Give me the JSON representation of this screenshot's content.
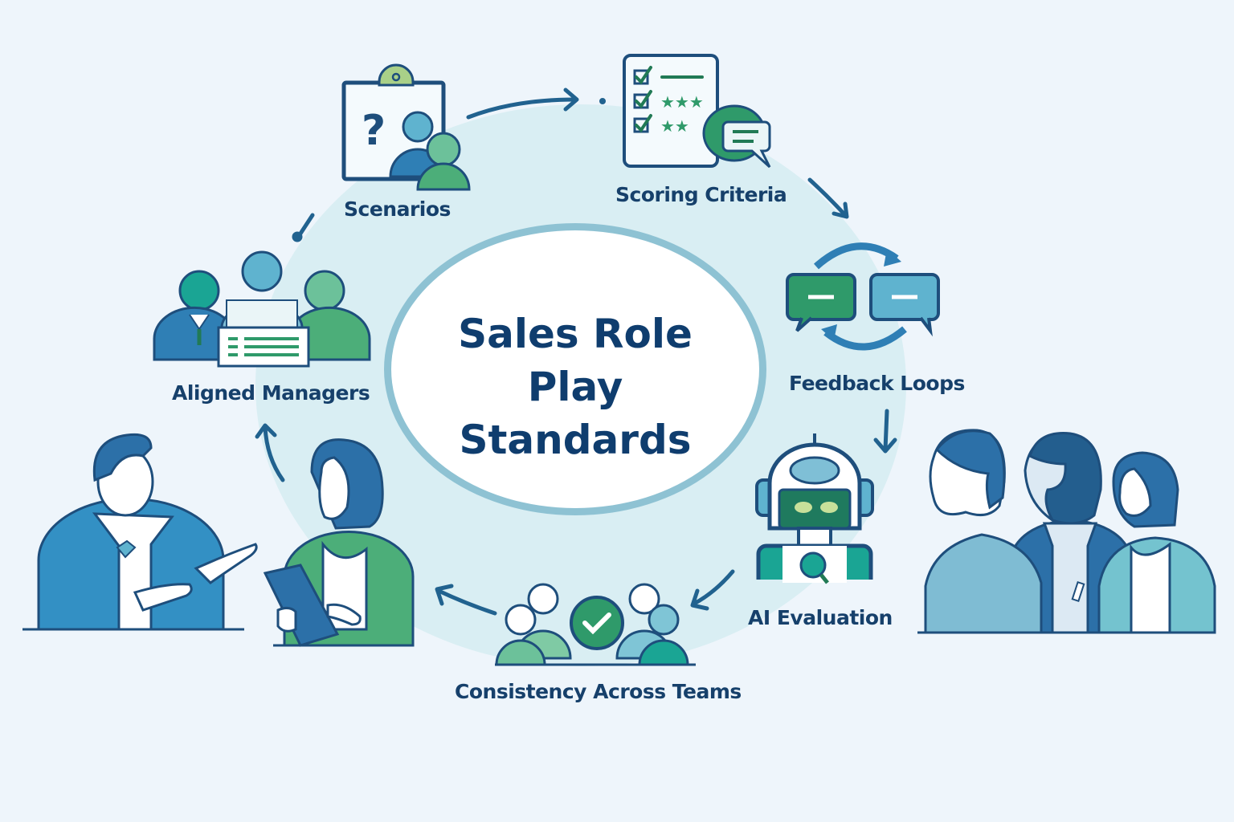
{
  "center": {
    "title_line1": "Sales Role",
    "title_line2": "Play",
    "title_line3": "Standards"
  },
  "cycle_steps": [
    {
      "label": "Scenarios",
      "icon": "clipboard-question-people-icon"
    },
    {
      "label": "Scoring Criteria",
      "icon": "checklist-stars-chat-icon"
    },
    {
      "label": "Feedback Loops",
      "icon": "chat-bubbles-cycle-icon"
    },
    {
      "label": "AI Evaluation",
      "icon": "robot-magnifier-icon"
    },
    {
      "label": "Consistency Across Teams",
      "icon": "team-checkmark-icon"
    },
    {
      "label": "Aligned Managers",
      "icon": "managers-document-icon"
    }
  ],
  "illustrations": {
    "left": "salesperson-and-manager-with-clipboard",
    "right": "group-of-three-team-members"
  },
  "colors": {
    "background": "#eef5fb",
    "ring": "#d9eef3",
    "ring_border": "#8ec2d3",
    "navy": "#0f3d6e",
    "blue": "#2f7fb5",
    "light_blue": "#5fb3cf",
    "green": "#2f9a6a",
    "light_green": "#6cc19a",
    "teal": "#1aa594"
  }
}
